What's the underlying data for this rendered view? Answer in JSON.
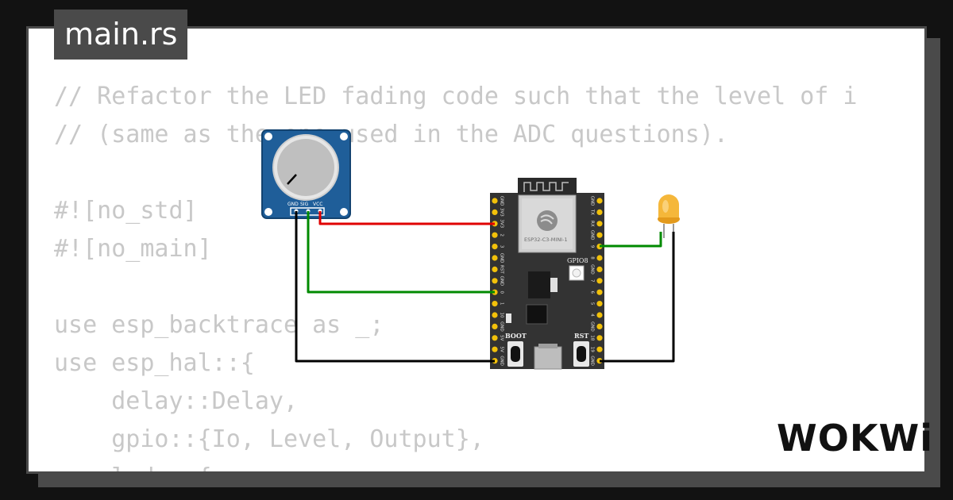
{
  "editor": {
    "filename": "main.rs",
    "code_lines": [
      "// Refactor the LED fading code such that the level of i",
      "// (same as the one used in the ADC questions).",
      "",
      "#![no_std]",
      "#![no_main]",
      "",
      "use esp_backtrace as _;",
      "use esp_hal::{",
      "    delay::Delay,",
      "    gpio::{Io, Level, Output},",
      "    ledc::{"
    ]
  },
  "circuit": {
    "potentiometer": {
      "pin_labels": [
        "GND",
        "SIG",
        "VCC"
      ]
    },
    "board": {
      "module_label": "ESP32-C3-MINI-1",
      "gpio_label": "GPIO8",
      "boot_label": "BOOT",
      "rst_label": "RST",
      "left_pins": [
        "GND",
        "3V3",
        "3V3",
        "2",
        "3",
        "GND",
        "RST",
        "GND",
        "0",
        "1",
        "10",
        "GND",
        "5V",
        "5V",
        "GND"
      ],
      "right_pins": [
        "GND",
        "TX",
        "RX",
        "GND",
        "9",
        "8",
        "GND",
        "7",
        "6",
        "5",
        "4",
        "GND",
        "18",
        "19",
        "GND"
      ]
    },
    "wire_colors": {
      "red": "#e00000",
      "green": "#008a00",
      "black": "#000000"
    }
  },
  "brand": {
    "logo_text": "WOKWi"
  }
}
